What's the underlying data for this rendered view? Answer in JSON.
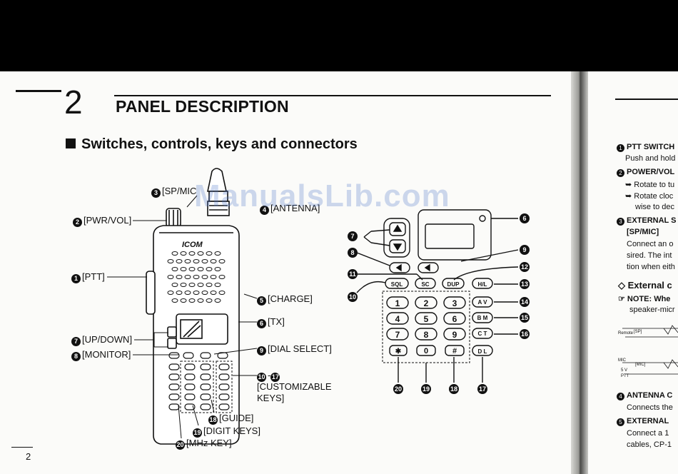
{
  "header": {
    "chapter_number": "2",
    "title": "PANEL DESCRIPTION",
    "watermark": "ManualsLib.com"
  },
  "section": {
    "title": "Switches, controls, keys and connectors"
  },
  "radio_labels": {
    "sp_mic": "[SP/MIC",
    "antenna": "[ANTENNA]",
    "pwr_vol": "[PWR/VOL]",
    "ptt": "[PTT]",
    "charge": "[CHARGE]",
    "tx": "[TX]",
    "up_down": "[UP/DOWN]",
    "monitor": "[MONITOR]",
    "dial_select": "[DIAL SELECT]",
    "customizable_1": "[CUSTOMIZABLE",
    "customizable_2": "KEYS]",
    "guide": "[GUIDE]",
    "digit_keys": "[DIGIT KEYS]",
    "mhz_key": "[MHz KEY]",
    "brand": "ICOM"
  },
  "keypad": {
    "sql": "SQL",
    "sc": "SC",
    "dup": "DUP",
    "hl": "H/L",
    "av": "A V",
    "bm": "B M",
    "ct": "C T",
    "dl": "D L",
    "k1": "1",
    "k2": "2",
    "k3": "3",
    "k4": "4",
    "k5": "5",
    "k6": "6",
    "k7": "7",
    "k8": "8",
    "k9": "9",
    "k0": "0",
    "star": "✱",
    "hash": "#"
  },
  "markers": {
    "n1": "1",
    "n2": "2",
    "n3": "3",
    "n4": "4",
    "n5": "5",
    "n6": "6",
    "n7": "7",
    "n8": "8",
    "n9": "9",
    "n10": "10",
    "n11": "11",
    "n12": "12",
    "n13": "13",
    "n14": "14",
    "n15": "15",
    "n16": "16",
    "n17": "17",
    "n18": "18",
    "n19": "19",
    "n20": "20"
  },
  "right_page": {
    "l1": "PTT SWITCH",
    "l2": "Push and hold",
    "l3": "POWER/VOL",
    "l4": "➥ Rotate to tu",
    "l5": "➥ Rotate cloc",
    "l6": "wise to dec",
    "l7": "EXTERNAL S",
    "l8": "[SP/MIC]",
    "l9": "Connect an o",
    "l10": "sired. The int",
    "l11": "tion when eith",
    "l12": "◇ External c",
    "l13": "☞ NOTE: Whe",
    "l14": "speaker-micr",
    "l15": "Remote",
    "l16": "[SP]",
    "l17": "MIC",
    "l18": "[MIC]",
    "l19": "5 V",
    "l20": "PTT",
    "l21": "ANTENNA C",
    "l22": "Connects the",
    "l23": "EXTERNAL",
    "l24": "Connect a 1",
    "l25": "cables, CP-1"
  },
  "footer": {
    "page_number": "2"
  }
}
